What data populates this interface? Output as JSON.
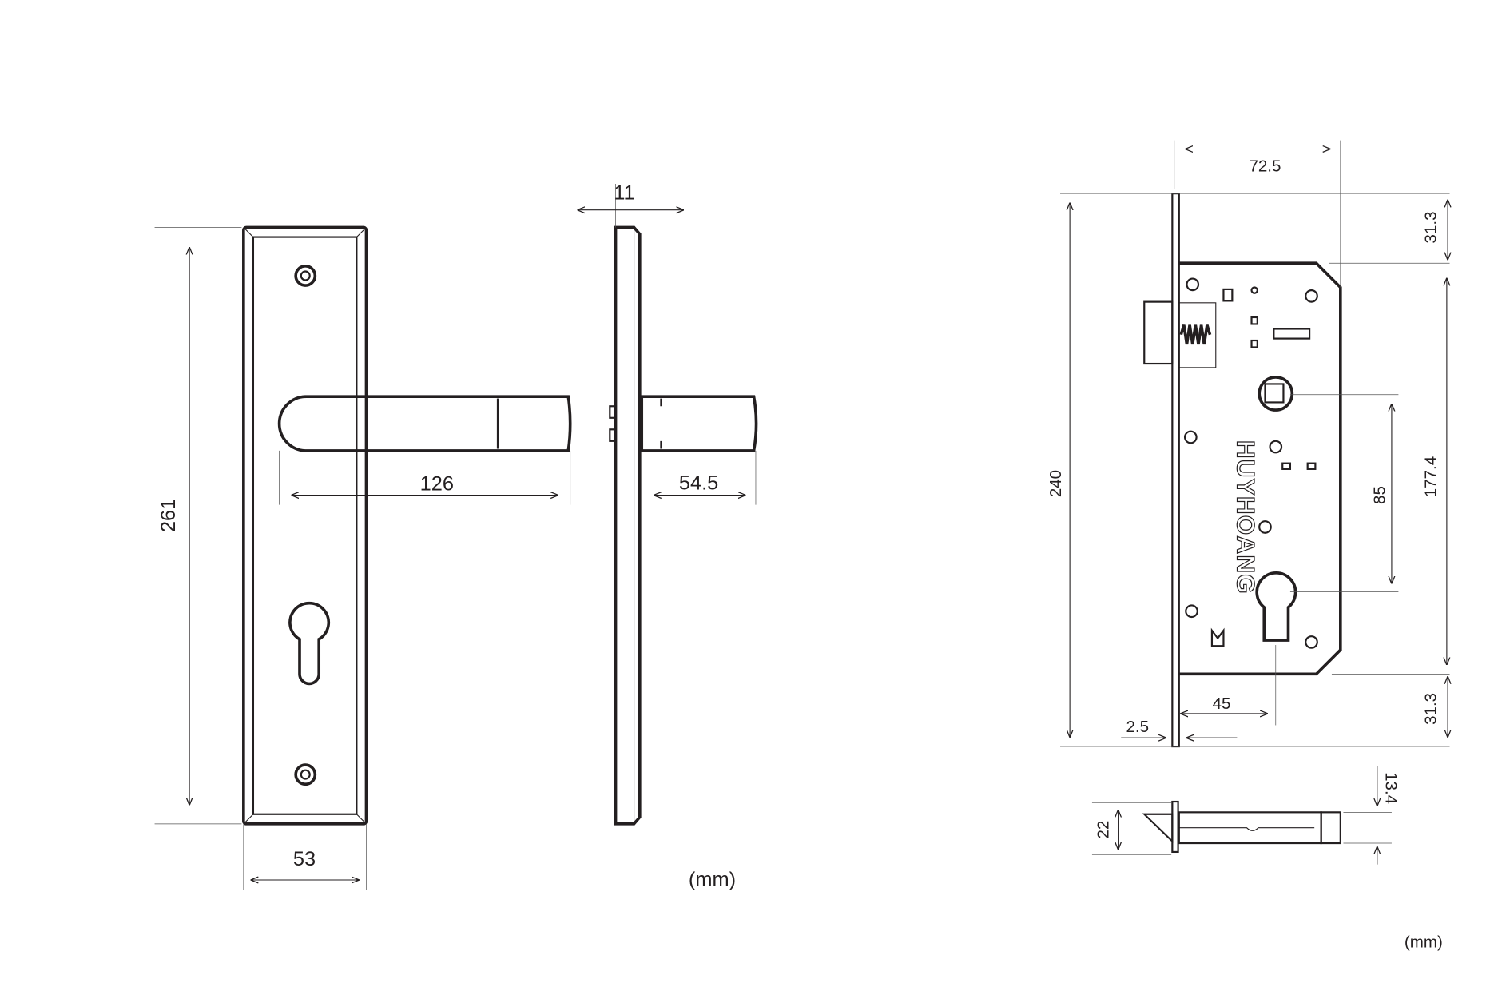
{
  "handle_drawing": {
    "plate_height": "261",
    "plate_width": "53",
    "handle_length": "126",
    "plate_thickness": "11",
    "spindle_projection": "54.5",
    "unit": "(mm)"
  },
  "lock_body_drawing": {
    "backset_total": "72.5",
    "faceplate_height": "240",
    "top_margin": "31.3",
    "case_height": "177.4",
    "center_distance": "85",
    "bottom_margin": "31.3",
    "backset": "45",
    "faceplate_thickness": "2.5",
    "faceplate_width": "22",
    "bolt_thickness": "13.4",
    "brand": "HUYHOANG",
    "unit": "(mm)"
  }
}
